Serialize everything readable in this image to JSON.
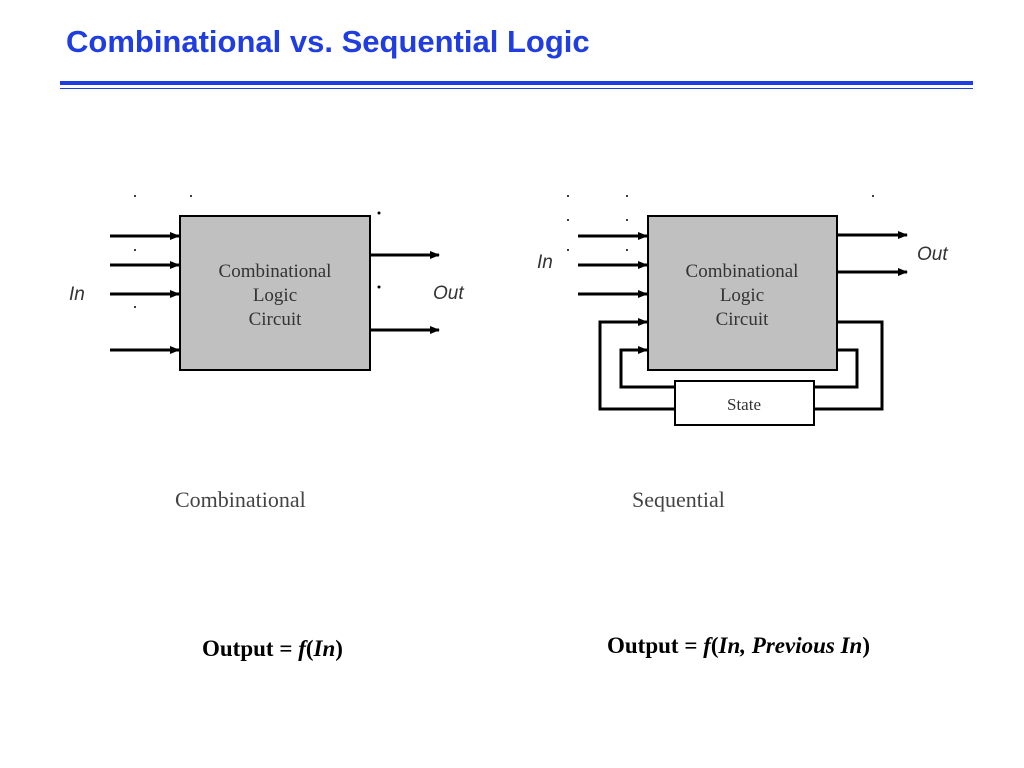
{
  "title": "Combinational vs. Sequential Logic",
  "combinational": {
    "box_lines": [
      "Combinational",
      "Logic",
      "Circuit"
    ],
    "in_label": "In",
    "out_label": "Out",
    "caption": "Combinational",
    "formula": {
      "lead": "Output = ",
      "fn": "f",
      "open": "(",
      "args": "In",
      "close": ")"
    }
  },
  "sequential": {
    "box_lines": [
      "Combinational",
      "Logic",
      "Circuit"
    ],
    "in_label": "In",
    "out_label": "Out",
    "state_label": "State",
    "caption": "Sequential",
    "formula": {
      "lead": "Output = ",
      "fn": "f",
      "open": "(",
      "args": "In, Previous In",
      "close": ")"
    }
  },
  "colors": {
    "title": "#1f3de0",
    "box_fill": "#c0c0c0"
  }
}
